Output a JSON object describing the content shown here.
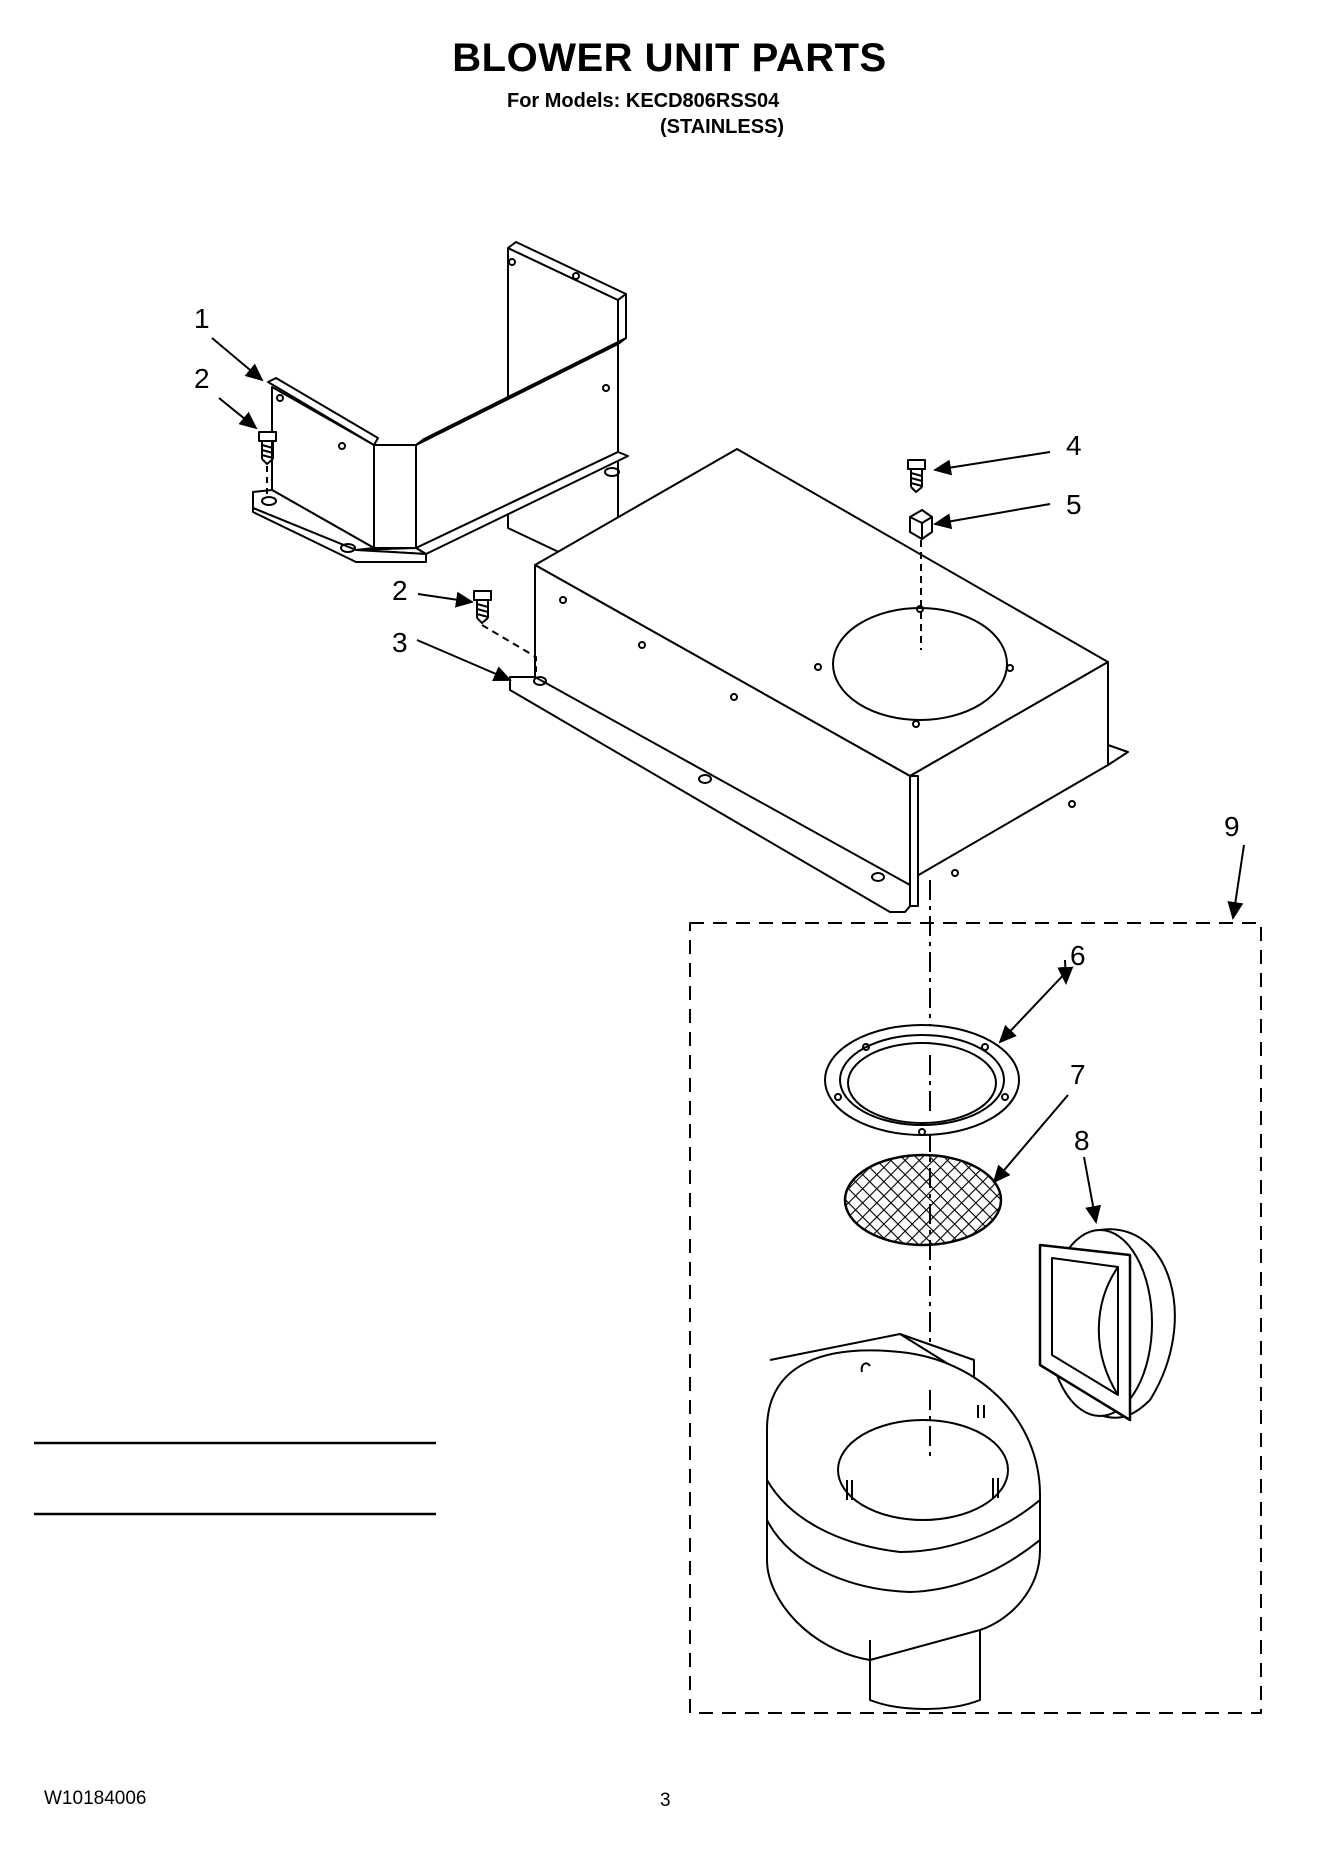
{
  "header": {
    "title": "BLOWER UNIT PARTS",
    "models_line": "For Models: KECD806RSS04",
    "finish": "(STAINLESS)"
  },
  "footer": {
    "doc_id": "W10184006",
    "page_number": "3"
  },
  "callouts": {
    "c1": "1",
    "c2a": "2",
    "c2b": "2",
    "c3": "3",
    "c4": "4",
    "c5": "5",
    "c6": "6",
    "c7": "7",
    "c8": "8",
    "c9": "9"
  }
}
